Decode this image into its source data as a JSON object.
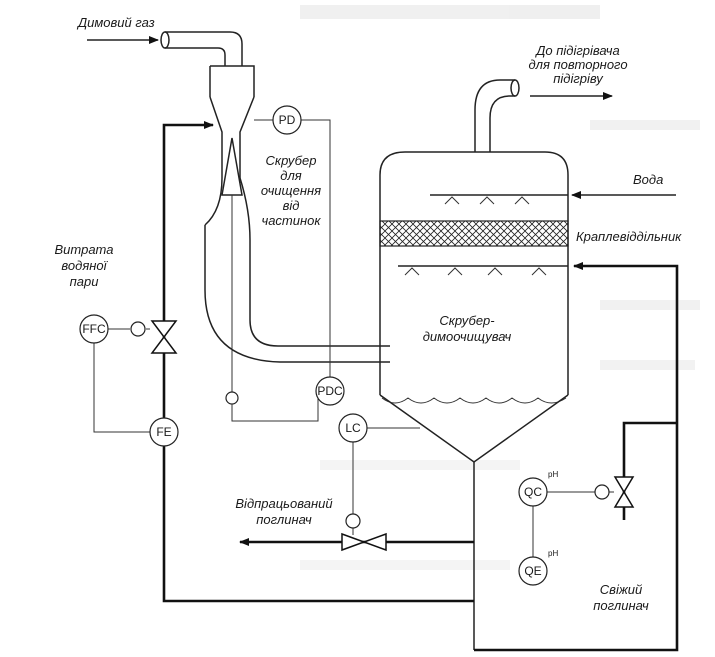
{
  "labels": {
    "flue_gas": "Димовий газ",
    "to_heater_1": "До підігрівача",
    "to_heater_2": "для повторного",
    "to_heater_3": "підігріву",
    "water": "Вода",
    "demister": "Краплевіддільник",
    "steam_1": "Витрата",
    "steam_2": "водяної",
    "steam_3": "пари",
    "particle_1": "Скрубер",
    "particle_2": "для",
    "particle_3": "очищення",
    "particle_4": "від",
    "particle_5": "частинок",
    "flue_1": "Скрубер-",
    "flue_2": "димоочищувач",
    "spent_1": "Відпрацьований",
    "spent_2": "поглинач",
    "fresh_1": "Свіжий",
    "fresh_2": "поглинач"
  },
  "instruments": {
    "pd": "PD",
    "pdc": "PDC",
    "ffc": "FFC",
    "fe": "FE",
    "lc": "LC",
    "qc": "QC",
    "qe": "QE",
    "ph_qc": "pH",
    "ph_qe": "pH"
  }
}
